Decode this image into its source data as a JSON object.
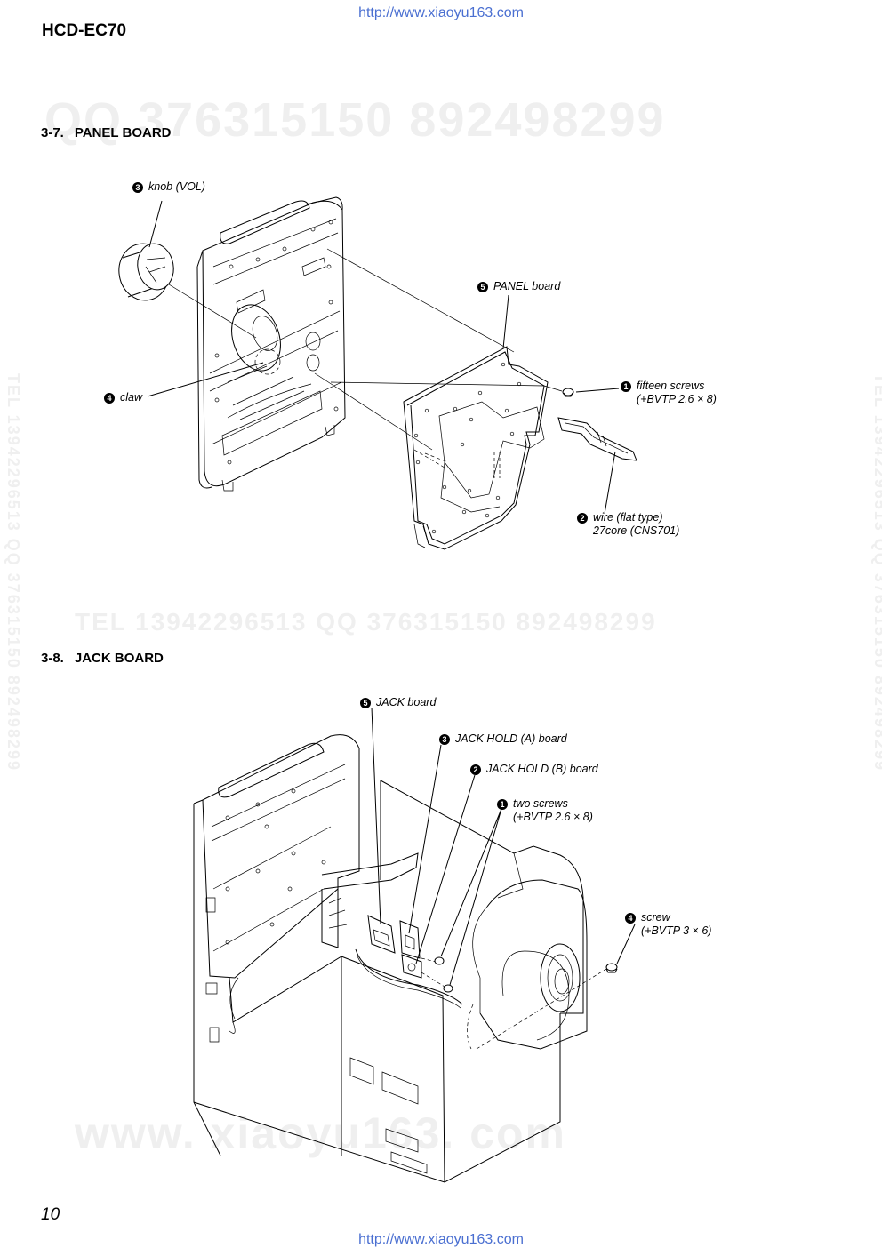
{
  "header": {
    "url_top": "http://www.xiaoyu163.com",
    "model": "HCD-EC70"
  },
  "footer": {
    "url_bottom": "http://www.xiaoyu163.com",
    "page_number": "10"
  },
  "watermarks": {
    "qq_top": "QQ 376315150   892498299",
    "tel_mid": "TEL 13942296513   QQ 376315150   892498299",
    "www_bottom": "www. xiaoyu163. com",
    "tel_side": "TEL 13942296513   QQ 376315150   892498299"
  },
  "section_panel": {
    "number": "3-7.",
    "title": "PANEL BOARD",
    "labels": [
      {
        "step": "3",
        "text": "knob (VOL)",
        "sub": ""
      },
      {
        "step": "5",
        "text": "PANEL board",
        "sub": ""
      },
      {
        "step": "1",
        "text": "fifteen screws",
        "sub": "(+BVTP 2.6 × 8)"
      },
      {
        "step": "4",
        "text": "claw",
        "sub": ""
      },
      {
        "step": "2",
        "text": "wire (flat type)",
        "sub": "27core (CNS701)"
      }
    ]
  },
  "section_jack": {
    "number": "3-8.",
    "title": "JACK BOARD",
    "labels": [
      {
        "step": "5",
        "text": "JACK board",
        "sub": ""
      },
      {
        "step": "3",
        "text": "JACK HOLD (A) board",
        "sub": ""
      },
      {
        "step": "2",
        "text": "JACK HOLD (B) board",
        "sub": ""
      },
      {
        "step": "1",
        "text": "two screws",
        "sub": "(+BVTP 2.6 × 8)"
      },
      {
        "step": "4",
        "text": "screw",
        "sub": "(+BVTP 3 × 6)"
      }
    ]
  }
}
